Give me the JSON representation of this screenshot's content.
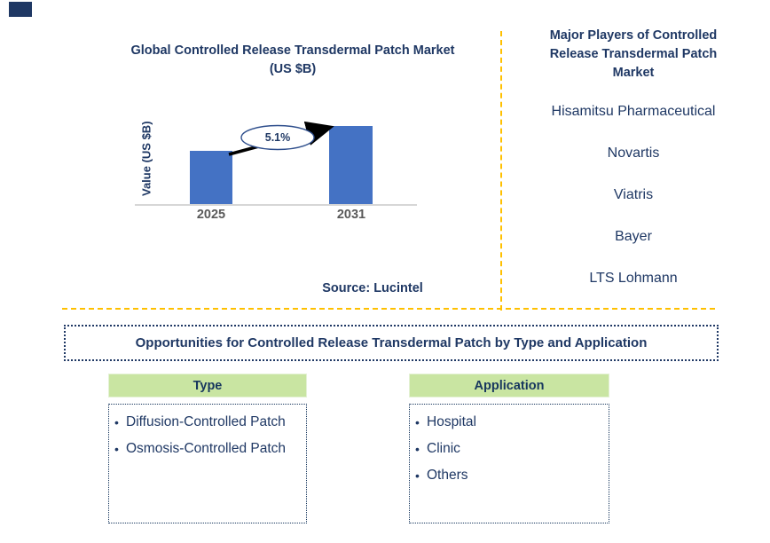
{
  "chart_data": {
    "type": "bar",
    "title": "Global Controlled Release Transdermal Patch Market (US $B)",
    "ylabel": "Value (US $B)",
    "xlabel": "",
    "categories": [
      "2025",
      "2031"
    ],
    "values": [
      0.68,
      1.0
    ],
    "annotation": "5.1%",
    "source": "Source: Lucintel",
    "bar_color": "#4472C4",
    "grid": false,
    "value_axis_ticks_shown": false
  },
  "major_players": {
    "title": "Major Players of Controlled Release Transdermal Patch Market",
    "players": [
      "Hisamitsu Pharmaceutical",
      "Novartis",
      "Viatris",
      "Bayer",
      "LTS Lohmann"
    ]
  },
  "opportunities": {
    "title": "Opportunities for Controlled Release Transdermal Patch by Type and Application",
    "columns": [
      {
        "header": "Type",
        "items": [
          "Diffusion-Controlled Patch",
          "Osmosis-Controlled Patch"
        ]
      },
      {
        "header": "Application",
        "items": [
          "Hospital",
          "Clinic",
          "Others"
        ]
      }
    ]
  },
  "colors": {
    "navy_text": "#1F3864",
    "bar_blue": "#4472C4",
    "gold_divider": "#FFC000",
    "header_green": "#C9E5A2",
    "axis_gray": "#D6D6D6",
    "year_label_gray": "#595959"
  }
}
